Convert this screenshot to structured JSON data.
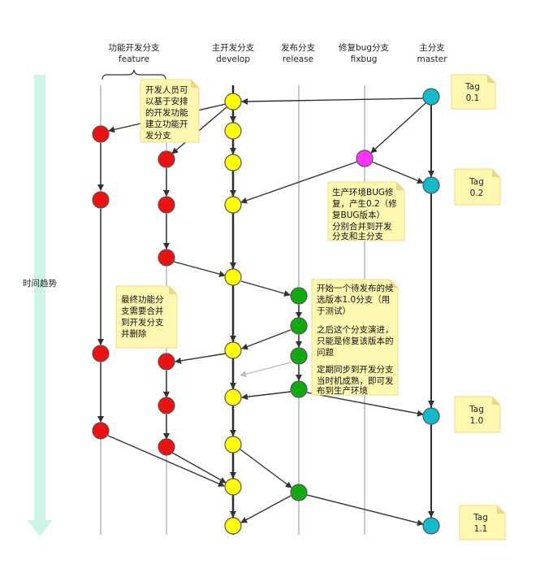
{
  "columns": [
    {
      "id": "feature",
      "title_cn": "功能开发分支",
      "title_en": "feature"
    },
    {
      "id": "develop",
      "title_cn": "主开发分支",
      "title_en": "develop"
    },
    {
      "id": "release",
      "title_cn": "发布分支",
      "title_en": "release"
    },
    {
      "id": "fixbug",
      "title_cn": "修复bug分支",
      "title_en": "fixbug"
    },
    {
      "id": "master",
      "title_cn": "主分支",
      "title_en": "master"
    }
  ],
  "time_axis_label": "时间趋势",
  "tags": {
    "t01": [
      "Tag",
      "0.1"
    ],
    "t02": [
      "Tag",
      "0.2"
    ],
    "t10": [
      "Tag",
      "1.0"
    ],
    "t11": [
      "Tag",
      "1.1"
    ]
  },
  "notes": {
    "feature_create": [
      "开发人员可",
      "以基于安排",
      "的开发功能",
      "建立功能开",
      "发分支"
    ],
    "feature_merge": [
      "最终功能分",
      "支需要合并",
      "到开发分支",
      "并删除"
    ],
    "fixbug": [
      "生产环境BUG修",
      "复，产生0.2（修",
      "复BUG版本）",
      "，",
      "分别合并到开发",
      "分支和主分支"
    ],
    "release": [
      "开始一个待发布的候",
      "选版本1.0分支（用",
      "于测试）",
      "",
      "之后这个分支演进，",
      "只能是修复该版本的",
      "问题",
      "",
      "定期同步到开发分支",
      "当时机成熟，即可发",
      "布到生产环境"
    ]
  },
  "colors": {
    "feature": "#ee1111",
    "develop": "#ffff00",
    "release": "#11aa11",
    "fixbug": "#ff33ff",
    "master": "#11bbcc",
    "note": "#fff8b0",
    "time_arrow": "#ccf5e6"
  }
}
